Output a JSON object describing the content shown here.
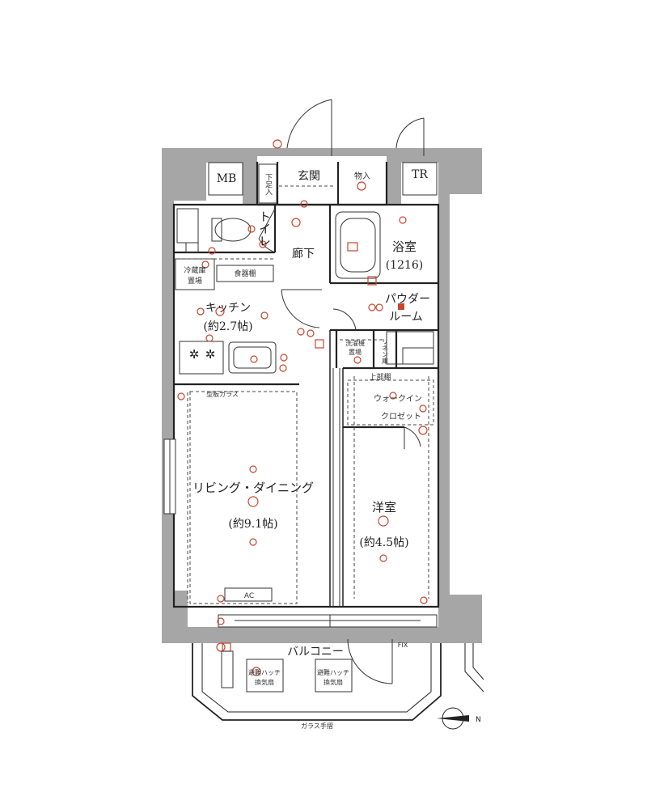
{
  "rooms": {
    "mb": "MB",
    "tr": "TR",
    "genkan": "玄関",
    "geta": "下足入",
    "mono": "物入",
    "toilet": "トイレ",
    "rouka": "廊下",
    "yokushitsu": "浴室",
    "yokushitsu_size": "(1216)",
    "powder_1": "パウダー",
    "powder_2": "ルーム",
    "kitchen": "キッチン",
    "kitchen_size": "(約2.7帖)",
    "shokki": "食器棚",
    "reizoko_1": "冷蔵庫",
    "reizoko_2": "置場",
    "sentakuki_1": "洗濯機",
    "sentakuki_2": "置場",
    "linen": "リネン庫",
    "jotodana": "上部棚",
    "walkin_1": "ウォークイン",
    "walkin_2": "クロゼット",
    "living": "リビング・ダイニング",
    "living_size": "(約9.1帖)",
    "youshitsu": "洋室",
    "youshitsu_size": "(約4.5帖)",
    "glass_top": "型板ガラス",
    "ac": "AC",
    "balcony": "バルコニー",
    "fix": "FIX",
    "hatch_1a": "避難ハッチ",
    "hatch_1b": "換気扇",
    "hatch_2a": "避難ハッチ",
    "hatch_2b": "換気扇",
    "handrail": "ガラス手摺"
  },
  "compass": {
    "label": "N"
  }
}
